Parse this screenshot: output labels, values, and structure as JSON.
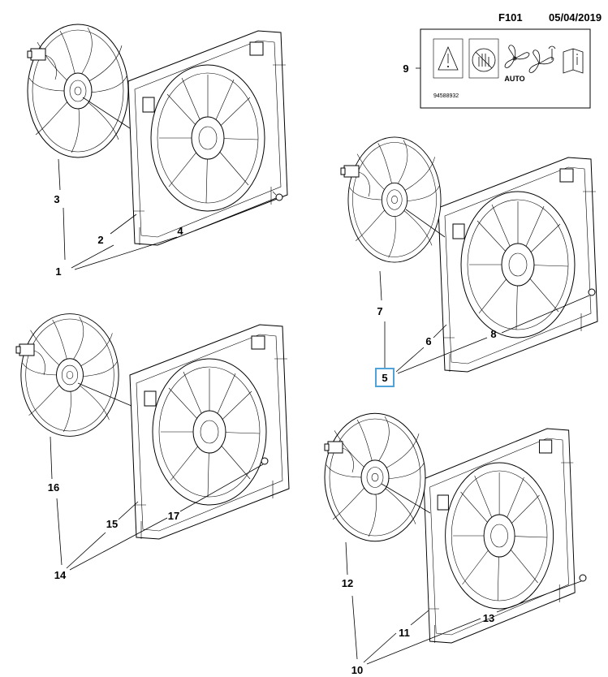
{
  "header": {
    "code": "F101",
    "date": "05/04/2019"
  },
  "label_box": {
    "part_number": "94588932",
    "auto_text": "AUTO"
  },
  "callouts": [
    "1",
    "2",
    "3",
    "4",
    "5",
    "6",
    "7",
    "8",
    "9",
    "10",
    "11",
    "12",
    "13",
    "14",
    "15",
    "16",
    "17"
  ],
  "highlight": {
    "callout": "5",
    "color": "#4fa3d9"
  }
}
